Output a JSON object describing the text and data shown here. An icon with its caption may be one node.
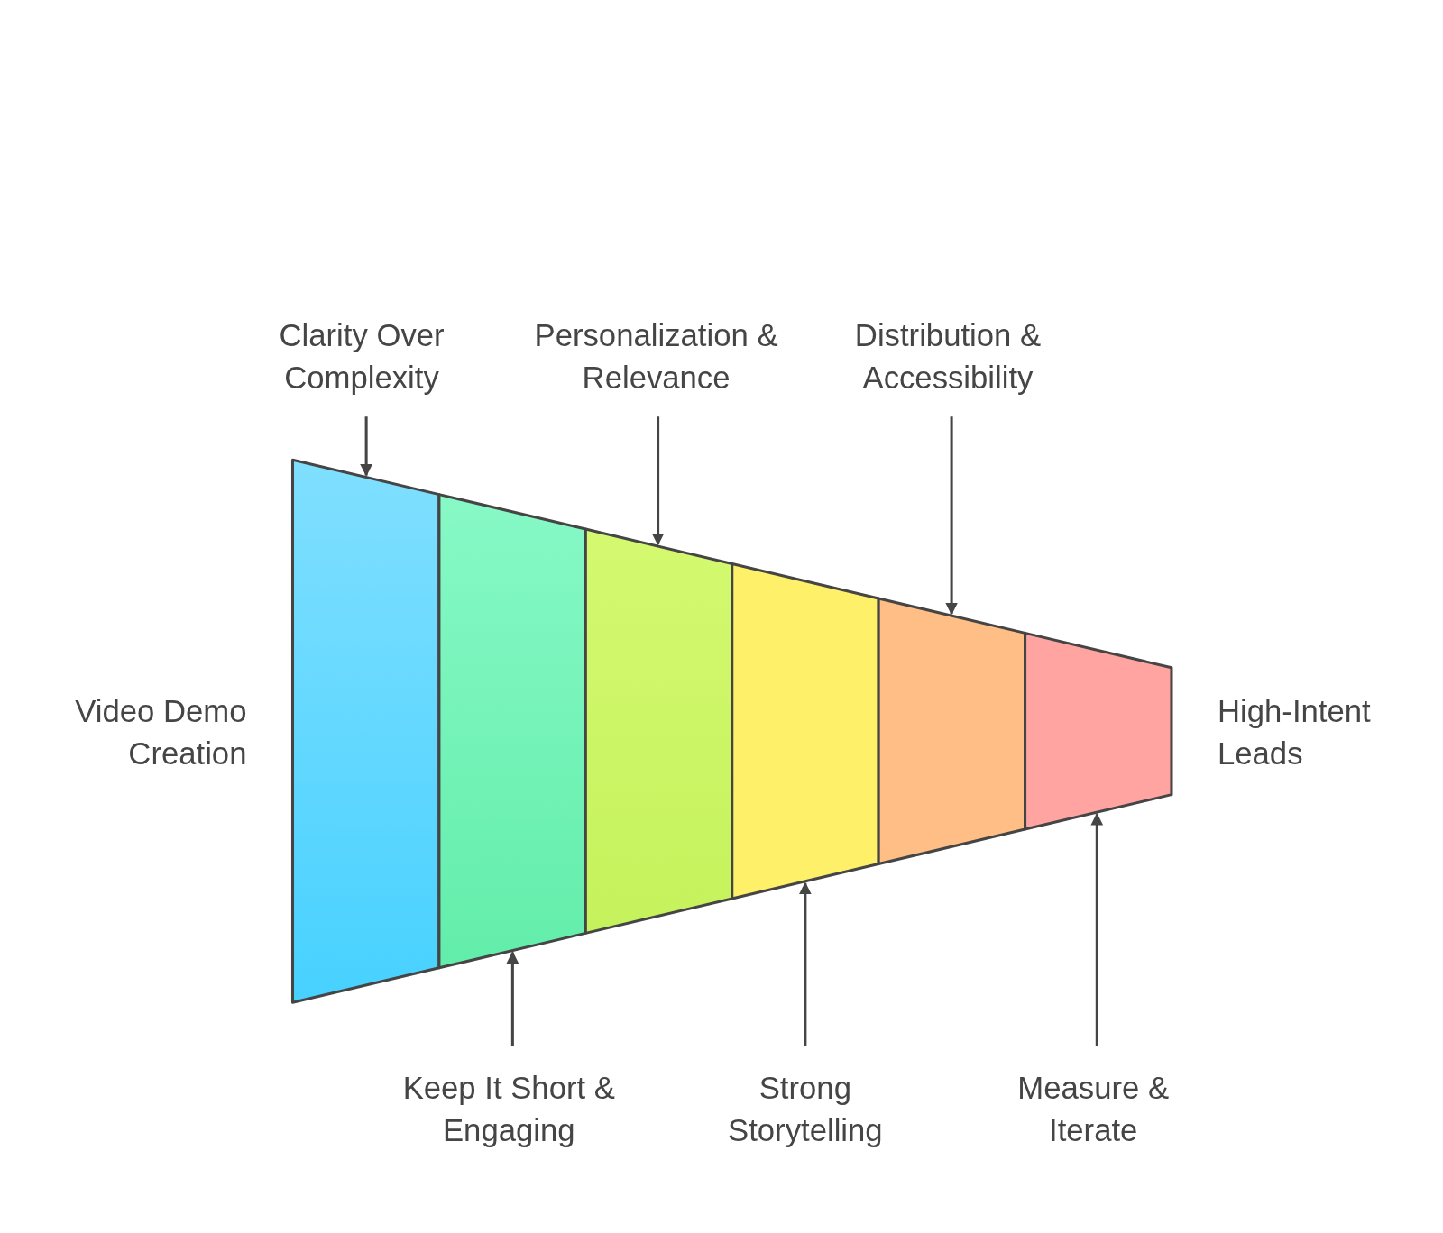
{
  "diagram": {
    "nodes": [
      {
        "text": [
          "Clarity Over Complexity"
        ]
      },
      {
        "text": [
          "Personalization & Relevance"
        ]
      },
      {
        "text": [
          "Distribution & Accessibility"
        ]
      },
      {
        "text": [],
        "shape": "band"
      },
      {
        "text": [],
        "shape": "band"
      },
      {
        "text": [],
        "shape": "band"
      },
      {
        "text": [],
        "shape": "band"
      },
      {
        "text": [],
        "shape": "band"
      },
      {
        "text": [],
        "shape": "band"
      },
      {
        "text": [
          "Keep It Short & Engaging"
        ]
      },
      {
        "text": [
          "Strong Storytelling"
        ]
      },
      {
        "text": [
          "Measure & Iterate"
        ]
      }
    ],
    "edges": [
      {
        "from": 0,
        "to": 3,
        "arrow": "to"
      },
      {
        "from": 1,
        "to": 5,
        "arrow": "to"
      },
      {
        "from": 2,
        "to": 7,
        "arrow": "to"
      },
      {
        "from": 9,
        "to": 4,
        "arrow": "to"
      },
      {
        "from": 10,
        "to": 6,
        "arrow": "to"
      },
      {
        "from": 11,
        "to": 8,
        "arrow": "to"
      }
    ],
    "labels": [
      "Video Demo Creation",
      "High-Intent Leads"
    ]
  }
}
